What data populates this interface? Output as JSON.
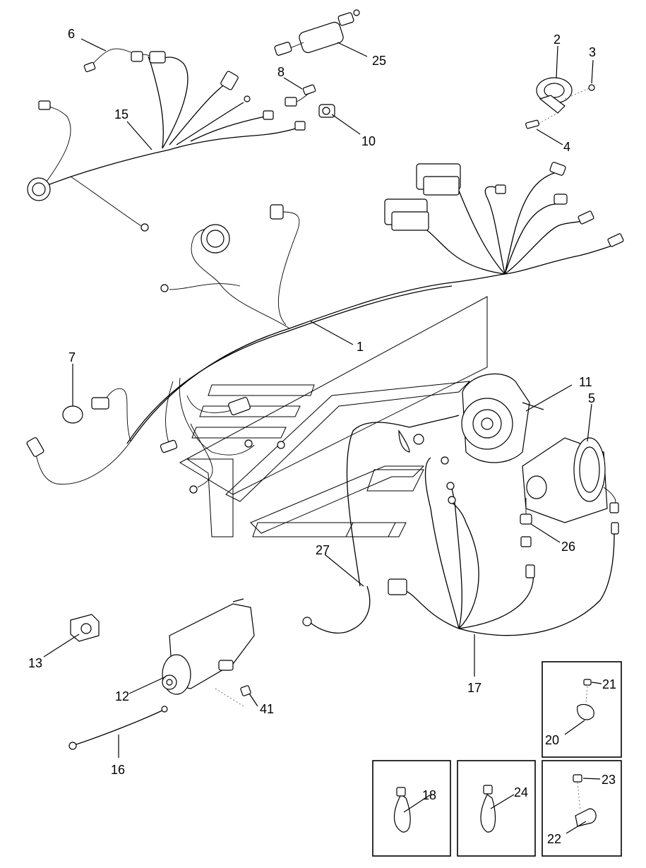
{
  "diagram": {
    "callouts": [
      {
        "id": "c1",
        "text": "1"
      },
      {
        "id": "c2",
        "text": "2"
      },
      {
        "id": "c3",
        "text": "3"
      },
      {
        "id": "c4",
        "text": "4"
      },
      {
        "id": "c5",
        "text": "5"
      },
      {
        "id": "c6",
        "text": "6"
      },
      {
        "id": "c7",
        "text": "7"
      },
      {
        "id": "c8",
        "text": "8"
      },
      {
        "id": "c10",
        "text": "10"
      },
      {
        "id": "c11",
        "text": "11"
      },
      {
        "id": "c12",
        "text": "12"
      },
      {
        "id": "c13",
        "text": "13"
      },
      {
        "id": "c15",
        "text": "15"
      },
      {
        "id": "c16",
        "text": "16"
      },
      {
        "id": "c17",
        "text": "17"
      },
      {
        "id": "c18",
        "text": "18"
      },
      {
        "id": "c20",
        "text": "20"
      },
      {
        "id": "c21",
        "text": "21"
      },
      {
        "id": "c22",
        "text": "22"
      },
      {
        "id": "c23",
        "text": "23"
      },
      {
        "id": "c24",
        "text": "24"
      },
      {
        "id": "c25",
        "text": "25"
      },
      {
        "id": "c26",
        "text": "26"
      },
      {
        "id": "c27",
        "text": "27"
      },
      {
        "id": "c41",
        "text": "41"
      }
    ]
  }
}
